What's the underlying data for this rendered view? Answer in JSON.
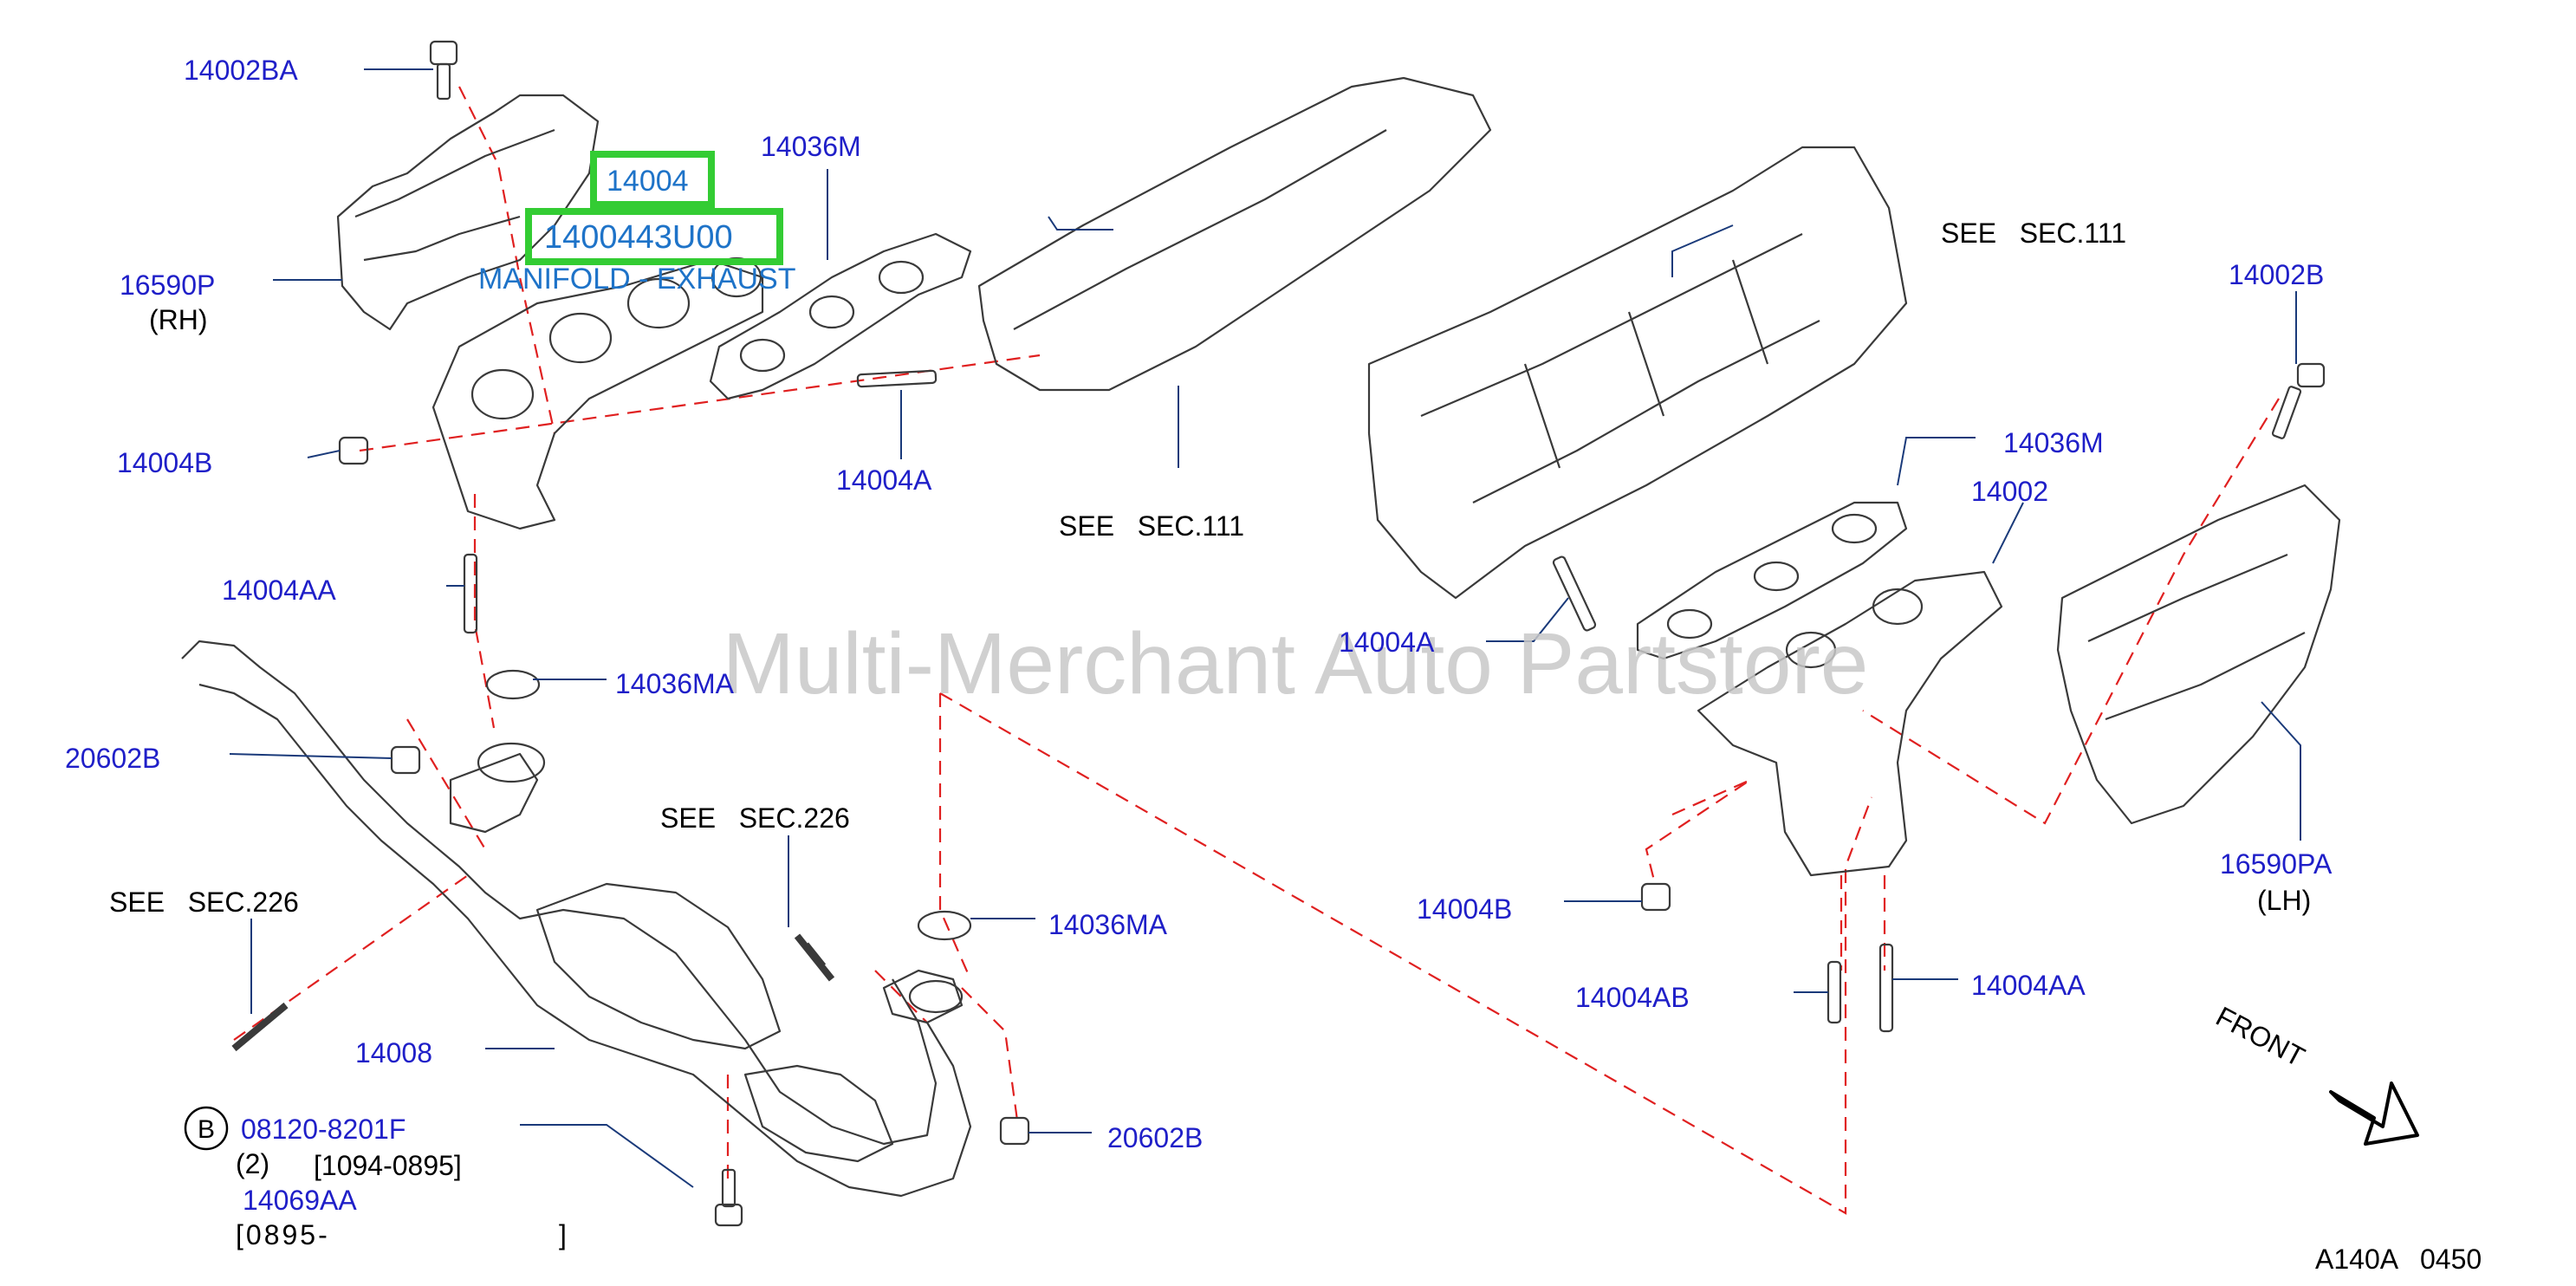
{
  "colors": {
    "part_link": "#1f1fc8",
    "text": "#000000",
    "line": "#3a3a3a",
    "leader": "#1a3a7a",
    "dashed": "#e02020",
    "highlight": "#33cc33",
    "highlight_text": "#1e73c8",
    "watermark": "#c8c8c8"
  },
  "watermark": "Multi-Merchant Auto Partstore",
  "highlight": {
    "part_number": "14004",
    "catalog_number": "1400443U00",
    "description": "MANIFOLD - EXHAUST"
  },
  "parts": {
    "p14002BA": "14002BA",
    "p16590P": "16590P",
    "p14036M_top": "14036M",
    "p14004B_left": "14004B",
    "p14004A_top": "14004A",
    "p14004AA_left": "14004AA",
    "p14036MA_top": "14036MA",
    "p20602B_left": "20602B",
    "p14008": "14008",
    "p08120": "08120-8201F",
    "p14069AA": "14069AA",
    "p14036MA_mid": "14036MA",
    "p20602B_bottom": "20602B",
    "p14002B": "14002B",
    "p14036M_right": "14036M",
    "p14002": "14002",
    "p14004A_right": "14004A",
    "p14004B_right": "14004B",
    "p14004AB": "14004AB",
    "p14004AA_right": "14004AA",
    "p16590PA": "16590PA"
  },
  "labels": {
    "rh": "(RH)",
    "lh": "(LH)",
    "see_sec111_upper": "SEE   SEC.111",
    "see_sec111_lower": "SEE   SEC.111",
    "see_sec226_mid": "SEE   SEC.226",
    "see_sec226_left": "SEE   SEC.226",
    "qty": "(2)",
    "range1": "[1094-0895]",
    "range2": "[0895-",
    "range2_end": "]",
    "b_marker": "B",
    "front": "FRONT",
    "diagram_code": "A140A   0450"
  }
}
